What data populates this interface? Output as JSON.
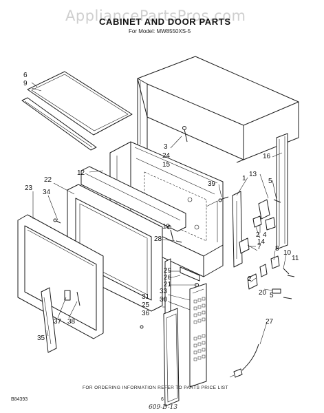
{
  "watermark": "AppliancePartsPros.com",
  "header": {
    "title": "CABINET AND DOOR PARTS",
    "model": "For Model: MW8550XS-5"
  },
  "callouts": [
    "6",
    "9",
    "3",
    "24",
    "15",
    "12",
    "16",
    "13",
    "1",
    "39",
    "5",
    "22",
    "34",
    "23",
    "19",
    "28",
    "4",
    "2",
    "14",
    "7",
    "8",
    "10",
    "11",
    "29",
    "26",
    "21",
    "31",
    "25",
    "36",
    "33",
    "30",
    "20",
    "27",
    "37",
    "38",
    "35"
  ],
  "footer": {
    "note": "FOR ORDERING INFORMATION REFER TO PARTS PRICE LIST",
    "doc_code": "B84393",
    "page": "6",
    "handwritten": "609-D-13"
  }
}
